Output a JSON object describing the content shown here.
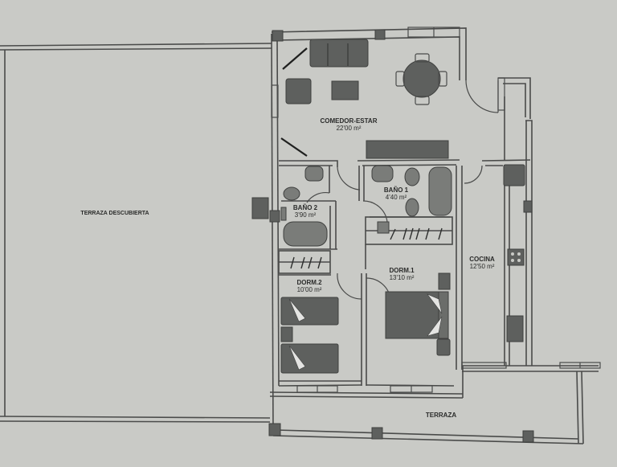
{
  "plan": {
    "colors": {
      "paper": "#c9cac6",
      "wall": "#4a4b4a",
      "furniture": "#5e605e",
      "furniture_light": "#7a7c79",
      "text": "#2a2b2a"
    },
    "rooms": [
      {
        "id": "comedor-estar",
        "name": "COMEDOR-ESTAR",
        "area": "22'00 m²"
      },
      {
        "id": "bano-1",
        "name": "BAÑO 1",
        "area": "4'40 m²"
      },
      {
        "id": "bano-2",
        "name": "BAÑO 2",
        "area": "3'90 m²"
      },
      {
        "id": "dorm-1",
        "name": "DORM.1",
        "area": "13'10 m²"
      },
      {
        "id": "dorm-2",
        "name": "DORM.2",
        "area": "10'00 m²"
      },
      {
        "id": "cocina",
        "name": "COCINA",
        "area": "12'50 m²"
      }
    ],
    "outdoor": [
      {
        "id": "terraza-descubierta",
        "name": "TERRAZA DESCUBIERTA"
      },
      {
        "id": "terraza",
        "name": "TERRAZA"
      }
    ]
  }
}
